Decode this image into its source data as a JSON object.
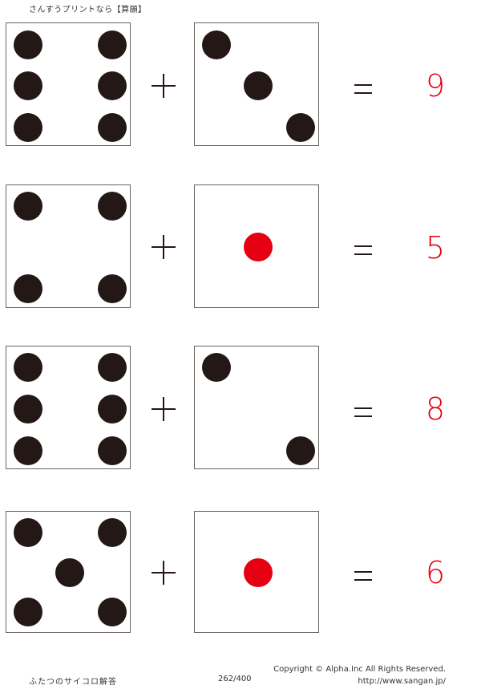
{
  "header": {
    "title": "さんすうプリントなら【算願】"
  },
  "colors": {
    "pip": "#231815",
    "answer_pip": "#e60012",
    "answer_text": "#e60012",
    "border": "#6b6360"
  },
  "problems": [
    {
      "die1": 6,
      "die2": 3,
      "die2_red": false,
      "operator": "+",
      "equals": "=",
      "answer": "9"
    },
    {
      "die1": 4,
      "die2": 1,
      "die2_red": true,
      "operator": "+",
      "equals": "=",
      "answer": "5"
    },
    {
      "die1": 6,
      "die2": 2,
      "die2_red": false,
      "operator": "+",
      "equals": "=",
      "answer": "8"
    },
    {
      "die1": 5,
      "die2": 1,
      "die2_red": true,
      "operator": "+",
      "equals": "=",
      "answer": "6"
    }
  ],
  "footer": {
    "title": "ふたつのサイコロ解答",
    "page": "262/400",
    "copyright": "Copyright ©  Alpha.Inc All Rights Reserved.",
    "url": "http://www.sangan.jp/"
  }
}
